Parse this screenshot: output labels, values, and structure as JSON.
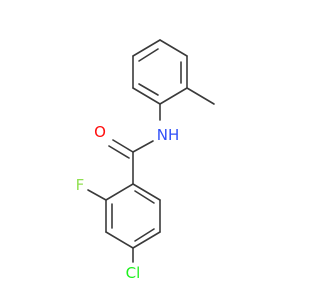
{
  "molecule": {
    "atoms": {
      "oxygen": {
        "symbol": "O",
        "color": "#ff0d0d"
      },
      "nitrogen": {
        "symbol": "NH",
        "color": "#3050f8"
      },
      "fluorine": {
        "symbol": "F",
        "color": "#90e050"
      },
      "chlorine": {
        "symbol": "Cl",
        "color": "#1ff01f"
      }
    },
    "bond_color": "#3a3a3a"
  }
}
